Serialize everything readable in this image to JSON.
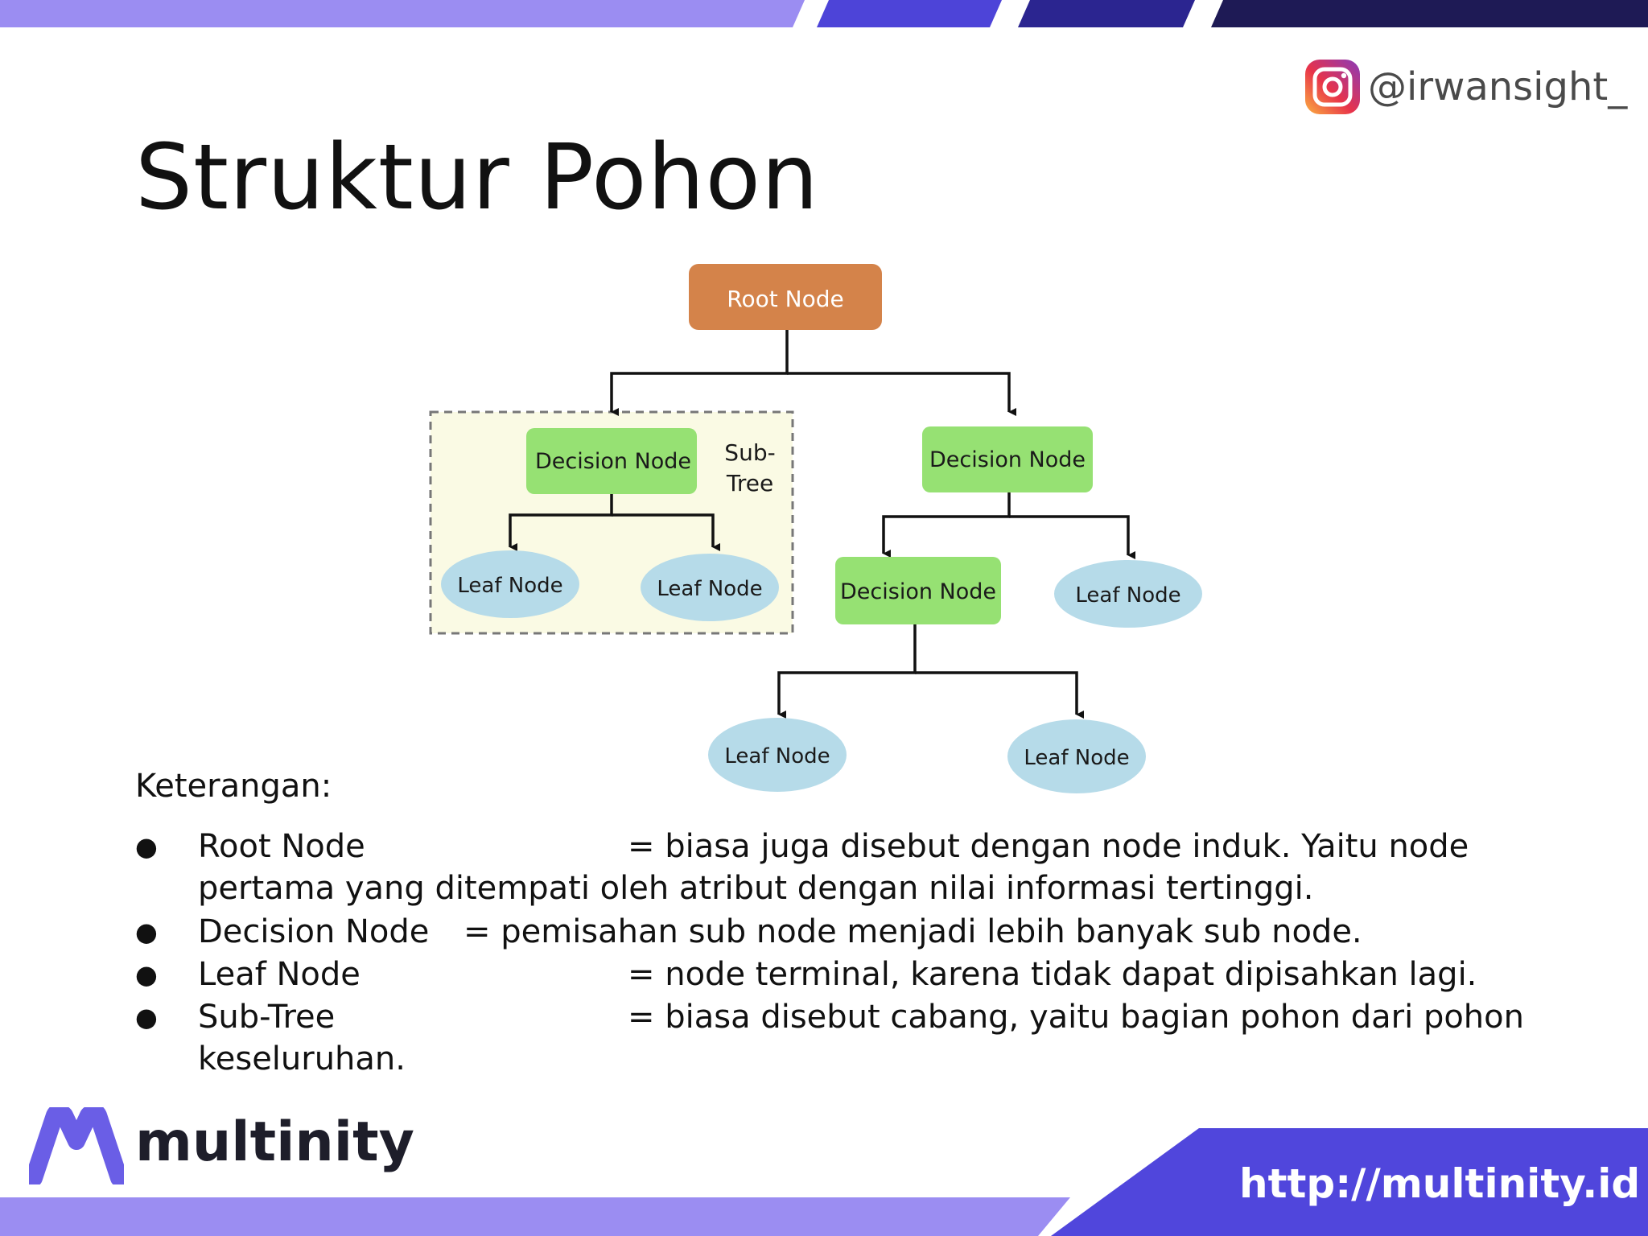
{
  "title": "Struktur Pohon",
  "instagram": {
    "handle": "@irwansight_"
  },
  "diagram": {
    "root_label": "Root Node",
    "decision_label": "Decision Node",
    "leaf_label": "Leaf Node",
    "subtree_label_line1": "Sub-",
    "subtree_label_line2": "Tree"
  },
  "legend": {
    "heading": "Keterangan:",
    "items": [
      {
        "term": "Root Node",
        "desc": "= biasa juga disebut dengan node induk. Yaitu node",
        "desc_cont": "pertama yang ditempati oleh atribut dengan nilai informasi tertinggi."
      },
      {
        "term": "Decision Node",
        "desc": "= pemisahan sub node menjadi lebih banyak sub node."
      },
      {
        "term": "Leaf Node",
        "desc": "= node terminal, karena tidak dapat dipisahkan lagi."
      },
      {
        "term": "Sub-Tree",
        "desc": "= biasa disebut cabang, yaitu bagian pohon dari pohon",
        "desc_cont": "keseluruhan."
      }
    ]
  },
  "footer": {
    "brand": "multinity",
    "url": "http://multinity.id"
  },
  "colors": {
    "root_fill": "#d4834a",
    "decision_fill": "#96e173",
    "leaf_fill": "#b6dbe9",
    "subtree_fill": "#fafae4",
    "accent_light": "#9b8df2",
    "accent_mid": "#5046dc",
    "accent_dark": "#1f1a5a"
  }
}
